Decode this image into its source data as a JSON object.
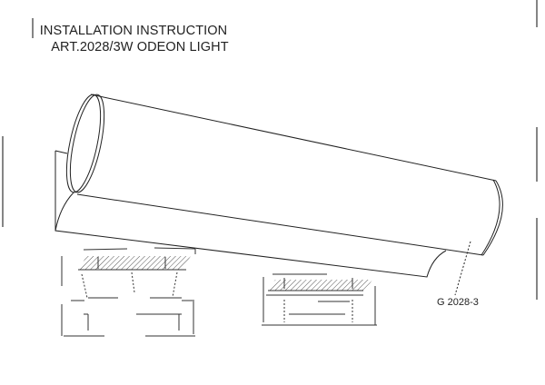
{
  "header": {
    "title_line1": "INSTALLATION INSTRUCTION",
    "title_line2": "ART.2028/3W ODEON  LIGHT"
  },
  "drawing": {
    "part_label": "G 2028-3"
  }
}
